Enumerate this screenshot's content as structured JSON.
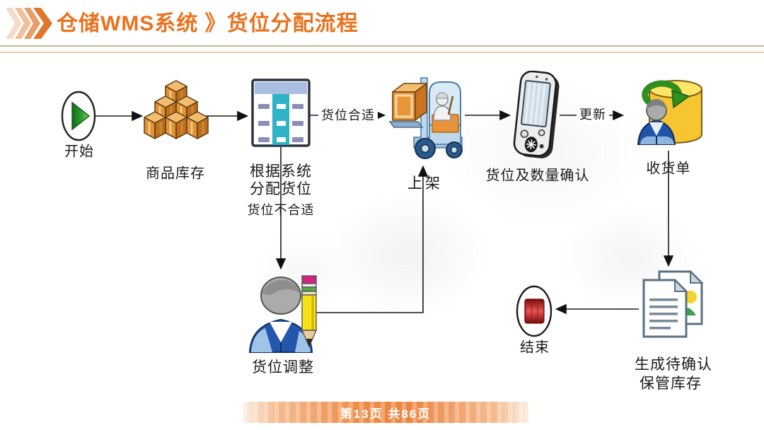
{
  "slide": {
    "header": {
      "title": "仓储WMS系统 》货位分配流程"
    },
    "footer": {
      "page_label": "第13页 共86页"
    },
    "colors": {
      "accent_orange": "#E8731E",
      "footer_bar_orange": "#EE8A44",
      "divider_tan": "#C7B694",
      "table_teal": "#2FB3C6",
      "table_header_blue": "#A9BEE0",
      "carton_orange": "#E8953A",
      "database_yellow": "#F7C531",
      "person_blue": "#2456AC",
      "end_red": "#B01212",
      "connector_black": "#1A1A1A"
    },
    "icons": [
      "chevrons-icon",
      "play-circle-icon",
      "carton-stack-icon",
      "allocation-table-icon",
      "forklift-icon",
      "pda-icon",
      "database-person-icon",
      "person-pencil-icon",
      "documents-icon",
      "stop-circle-icon"
    ]
  },
  "flow": {
    "nodes": [
      {
        "id": "start",
        "label": "开始"
      },
      {
        "id": "inventory",
        "label": "商品库存"
      },
      {
        "id": "allocate",
        "line1": "根据系统",
        "line2": "分配货位"
      },
      {
        "id": "shelve",
        "label": "上架"
      },
      {
        "id": "confirm",
        "label": "货位及数量确认"
      },
      {
        "id": "receipt",
        "label": "收货单"
      },
      {
        "id": "adjust",
        "label": "货位调整"
      },
      {
        "id": "pending",
        "line1": "生成待确认",
        "line2": "保管库存"
      },
      {
        "id": "end",
        "label": "结束"
      }
    ],
    "edge_labels": {
      "suitable": "货位合适",
      "unsuitable": "货位不合适",
      "update": "更新"
    }
  }
}
